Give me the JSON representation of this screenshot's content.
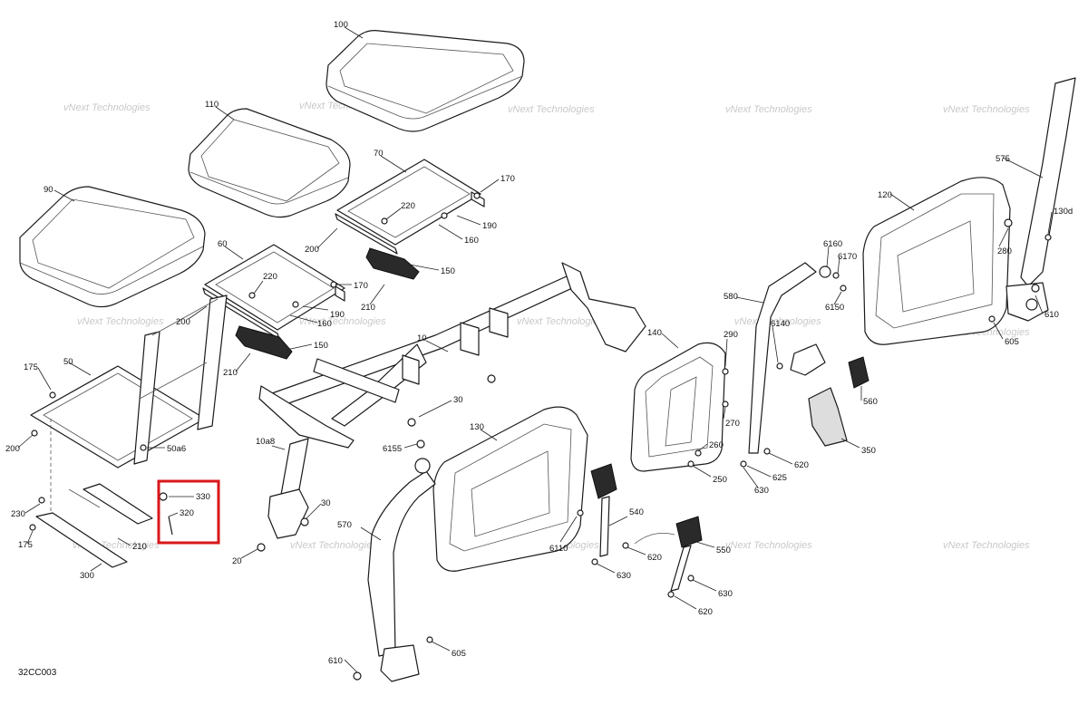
{
  "diagram": {
    "drawing_code": "32CC003",
    "watermark": "vNext Technologies",
    "highlight_color": "#d9171b",
    "callouts": [
      {
        "id": "c100",
        "label": "100"
      },
      {
        "id": "c110",
        "label": "110"
      },
      {
        "id": "c90",
        "label": "90"
      },
      {
        "id": "c70",
        "label": "70"
      },
      {
        "id": "c170a",
        "label": "170"
      },
      {
        "id": "c220a",
        "label": "220"
      },
      {
        "id": "c190a",
        "label": "190"
      },
      {
        "id": "c160a",
        "label": "160"
      },
      {
        "id": "c200a",
        "label": "200"
      },
      {
        "id": "c150a",
        "label": "150"
      },
      {
        "id": "c60",
        "label": "60"
      },
      {
        "id": "c220b",
        "label": "220"
      },
      {
        "id": "c170b",
        "label": "170"
      },
      {
        "id": "c190b",
        "label": "190"
      },
      {
        "id": "c160b",
        "label": "160"
      },
      {
        "id": "c200b",
        "label": "200"
      },
      {
        "id": "c210a",
        "label": "210"
      },
      {
        "id": "c150b",
        "label": "150"
      },
      {
        "id": "c210b",
        "label": "210"
      },
      {
        "id": "c175a",
        "label": "175"
      },
      {
        "id": "c50",
        "label": "50"
      },
      {
        "id": "c200c",
        "label": "200"
      },
      {
        "id": "c50a6",
        "label": "50a6"
      },
      {
        "id": "c230",
        "label": "230"
      },
      {
        "id": "c175b",
        "label": "175"
      },
      {
        "id": "c210c",
        "label": "210"
      },
      {
        "id": "c300",
        "label": "300"
      },
      {
        "id": "c330",
        "label": "330"
      },
      {
        "id": "c320",
        "label": "320"
      },
      {
        "id": "c10",
        "label": "10"
      },
      {
        "id": "c30a",
        "label": "30"
      },
      {
        "id": "c10a8",
        "label": "10a8"
      },
      {
        "id": "c30b",
        "label": "30"
      },
      {
        "id": "c20",
        "label": "20"
      },
      {
        "id": "c6155",
        "label": "6155"
      },
      {
        "id": "c130",
        "label": "130"
      },
      {
        "id": "c570",
        "label": "570"
      },
      {
        "id": "c610a",
        "label": "610"
      },
      {
        "id": "c605a",
        "label": "605"
      },
      {
        "id": "c6110",
        "label": "6110"
      },
      {
        "id": "c540",
        "label": "540"
      },
      {
        "id": "c620a",
        "label": "620"
      },
      {
        "id": "c630a",
        "label": "630"
      },
      {
        "id": "c550",
        "label": "550"
      },
      {
        "id": "c630b",
        "label": "630"
      },
      {
        "id": "c620b",
        "label": "620"
      },
      {
        "id": "c140",
        "label": "140"
      },
      {
        "id": "c290",
        "label": "290"
      },
      {
        "id": "c270",
        "label": "270"
      },
      {
        "id": "c260",
        "label": "260"
      },
      {
        "id": "c250",
        "label": "250"
      },
      {
        "id": "c580",
        "label": "580"
      },
      {
        "id": "c6140",
        "label": "6140"
      },
      {
        "id": "c6160",
        "label": "6160"
      },
      {
        "id": "c6170",
        "label": "6170"
      },
      {
        "id": "c6150",
        "label": "6150"
      },
      {
        "id": "c620c",
        "label": "620"
      },
      {
        "id": "c625",
        "label": "625"
      },
      {
        "id": "c630c",
        "label": "630"
      },
      {
        "id": "c560",
        "label": "560"
      },
      {
        "id": "c350",
        "label": "350"
      },
      {
        "id": "c120",
        "label": "120"
      },
      {
        "id": "c575",
        "label": "575"
      },
      {
        "id": "c130d",
        "label": "130d"
      },
      {
        "id": "c280",
        "label": "280"
      },
      {
        "id": "c610b",
        "label": "610"
      },
      {
        "id": "c605b",
        "label": "605"
      }
    ]
  }
}
